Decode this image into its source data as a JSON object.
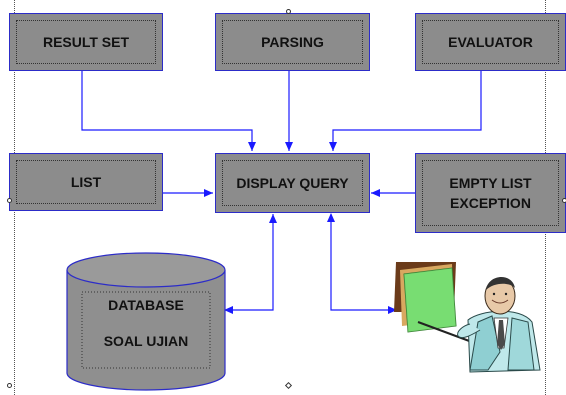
{
  "nodes": {
    "result_set": "RESULT SET",
    "parsing": "PARSING",
    "evaluator": "EVALUATOR",
    "list": "LIST",
    "display_query": "DISPLAY QUERY",
    "empty_list_exception_line1": "EMPTY LIST",
    "empty_list_exception_line2": "EXCEPTION",
    "database_line1": "DATABASE",
    "database_line2": "SOAL UJIAN"
  },
  "colors": {
    "box_fill": "#8c8c8c",
    "box_border": "#2c2cc8",
    "arrow": "#1a1aff",
    "cylinder_fill": "#8f8f8f"
  },
  "icons": {
    "presenter": "presenter-clipart-icon"
  }
}
